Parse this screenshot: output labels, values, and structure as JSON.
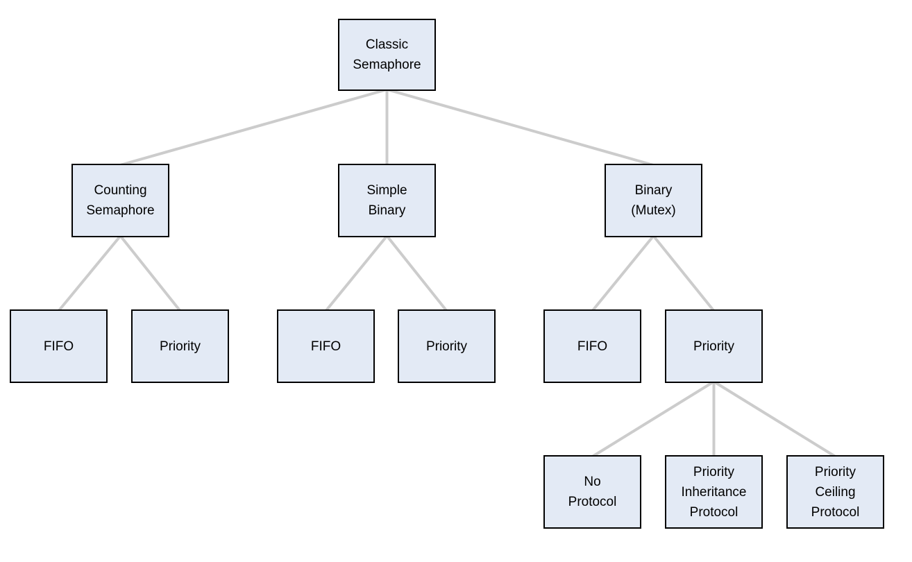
{
  "diagram": {
    "type": "tree",
    "colors": {
      "node_fill": "#e3eaf5",
      "node_border": "#000000",
      "connector": "#cccccc",
      "text": "#000000",
      "background": "#ffffff"
    },
    "nodes": {
      "root": {
        "id": "classic-semaphore",
        "label": "Classic\nSemaphore"
      },
      "counting": {
        "id": "counting-semaphore",
        "label": "Counting\nSemaphore"
      },
      "simple": {
        "id": "simple-binary",
        "label": "Simple\nBinary"
      },
      "binary": {
        "id": "binary-mutex",
        "label": "Binary\n(Mutex)"
      },
      "fifo1": {
        "id": "counting-fifo",
        "label": "FIFO"
      },
      "prio1": {
        "id": "counting-priority",
        "label": "Priority"
      },
      "fifo2": {
        "id": "simple-binary-fifo",
        "label": "FIFO"
      },
      "prio2": {
        "id": "simple-binary-priority",
        "label": "Priority"
      },
      "fifo3": {
        "id": "binary-mutex-fifo",
        "label": "FIFO"
      },
      "prio3": {
        "id": "binary-mutex-priority",
        "label": "Priority"
      },
      "noproto": {
        "id": "no-protocol",
        "label": "No\nProtocol"
      },
      "pip": {
        "id": "priority-inheritance-protocol",
        "label": "Priority\nInheritance\nProtocol"
      },
      "pcp": {
        "id": "priority-ceiling-protocol",
        "label": "Priority\nCeiling\nProtocol"
      }
    },
    "edges": [
      {
        "from": "classic-semaphore",
        "to": "counting-semaphore"
      },
      {
        "from": "classic-semaphore",
        "to": "simple-binary"
      },
      {
        "from": "classic-semaphore",
        "to": "binary-mutex"
      },
      {
        "from": "counting-semaphore",
        "to": "counting-fifo"
      },
      {
        "from": "counting-semaphore",
        "to": "counting-priority"
      },
      {
        "from": "simple-binary",
        "to": "simple-binary-fifo"
      },
      {
        "from": "simple-binary",
        "to": "simple-binary-priority"
      },
      {
        "from": "binary-mutex",
        "to": "binary-mutex-fifo"
      },
      {
        "from": "binary-mutex",
        "to": "binary-mutex-priority"
      },
      {
        "from": "binary-mutex-priority",
        "to": "no-protocol"
      },
      {
        "from": "binary-mutex-priority",
        "to": "priority-inheritance-protocol"
      },
      {
        "from": "binary-mutex-priority",
        "to": "priority-ceiling-protocol"
      }
    ]
  }
}
